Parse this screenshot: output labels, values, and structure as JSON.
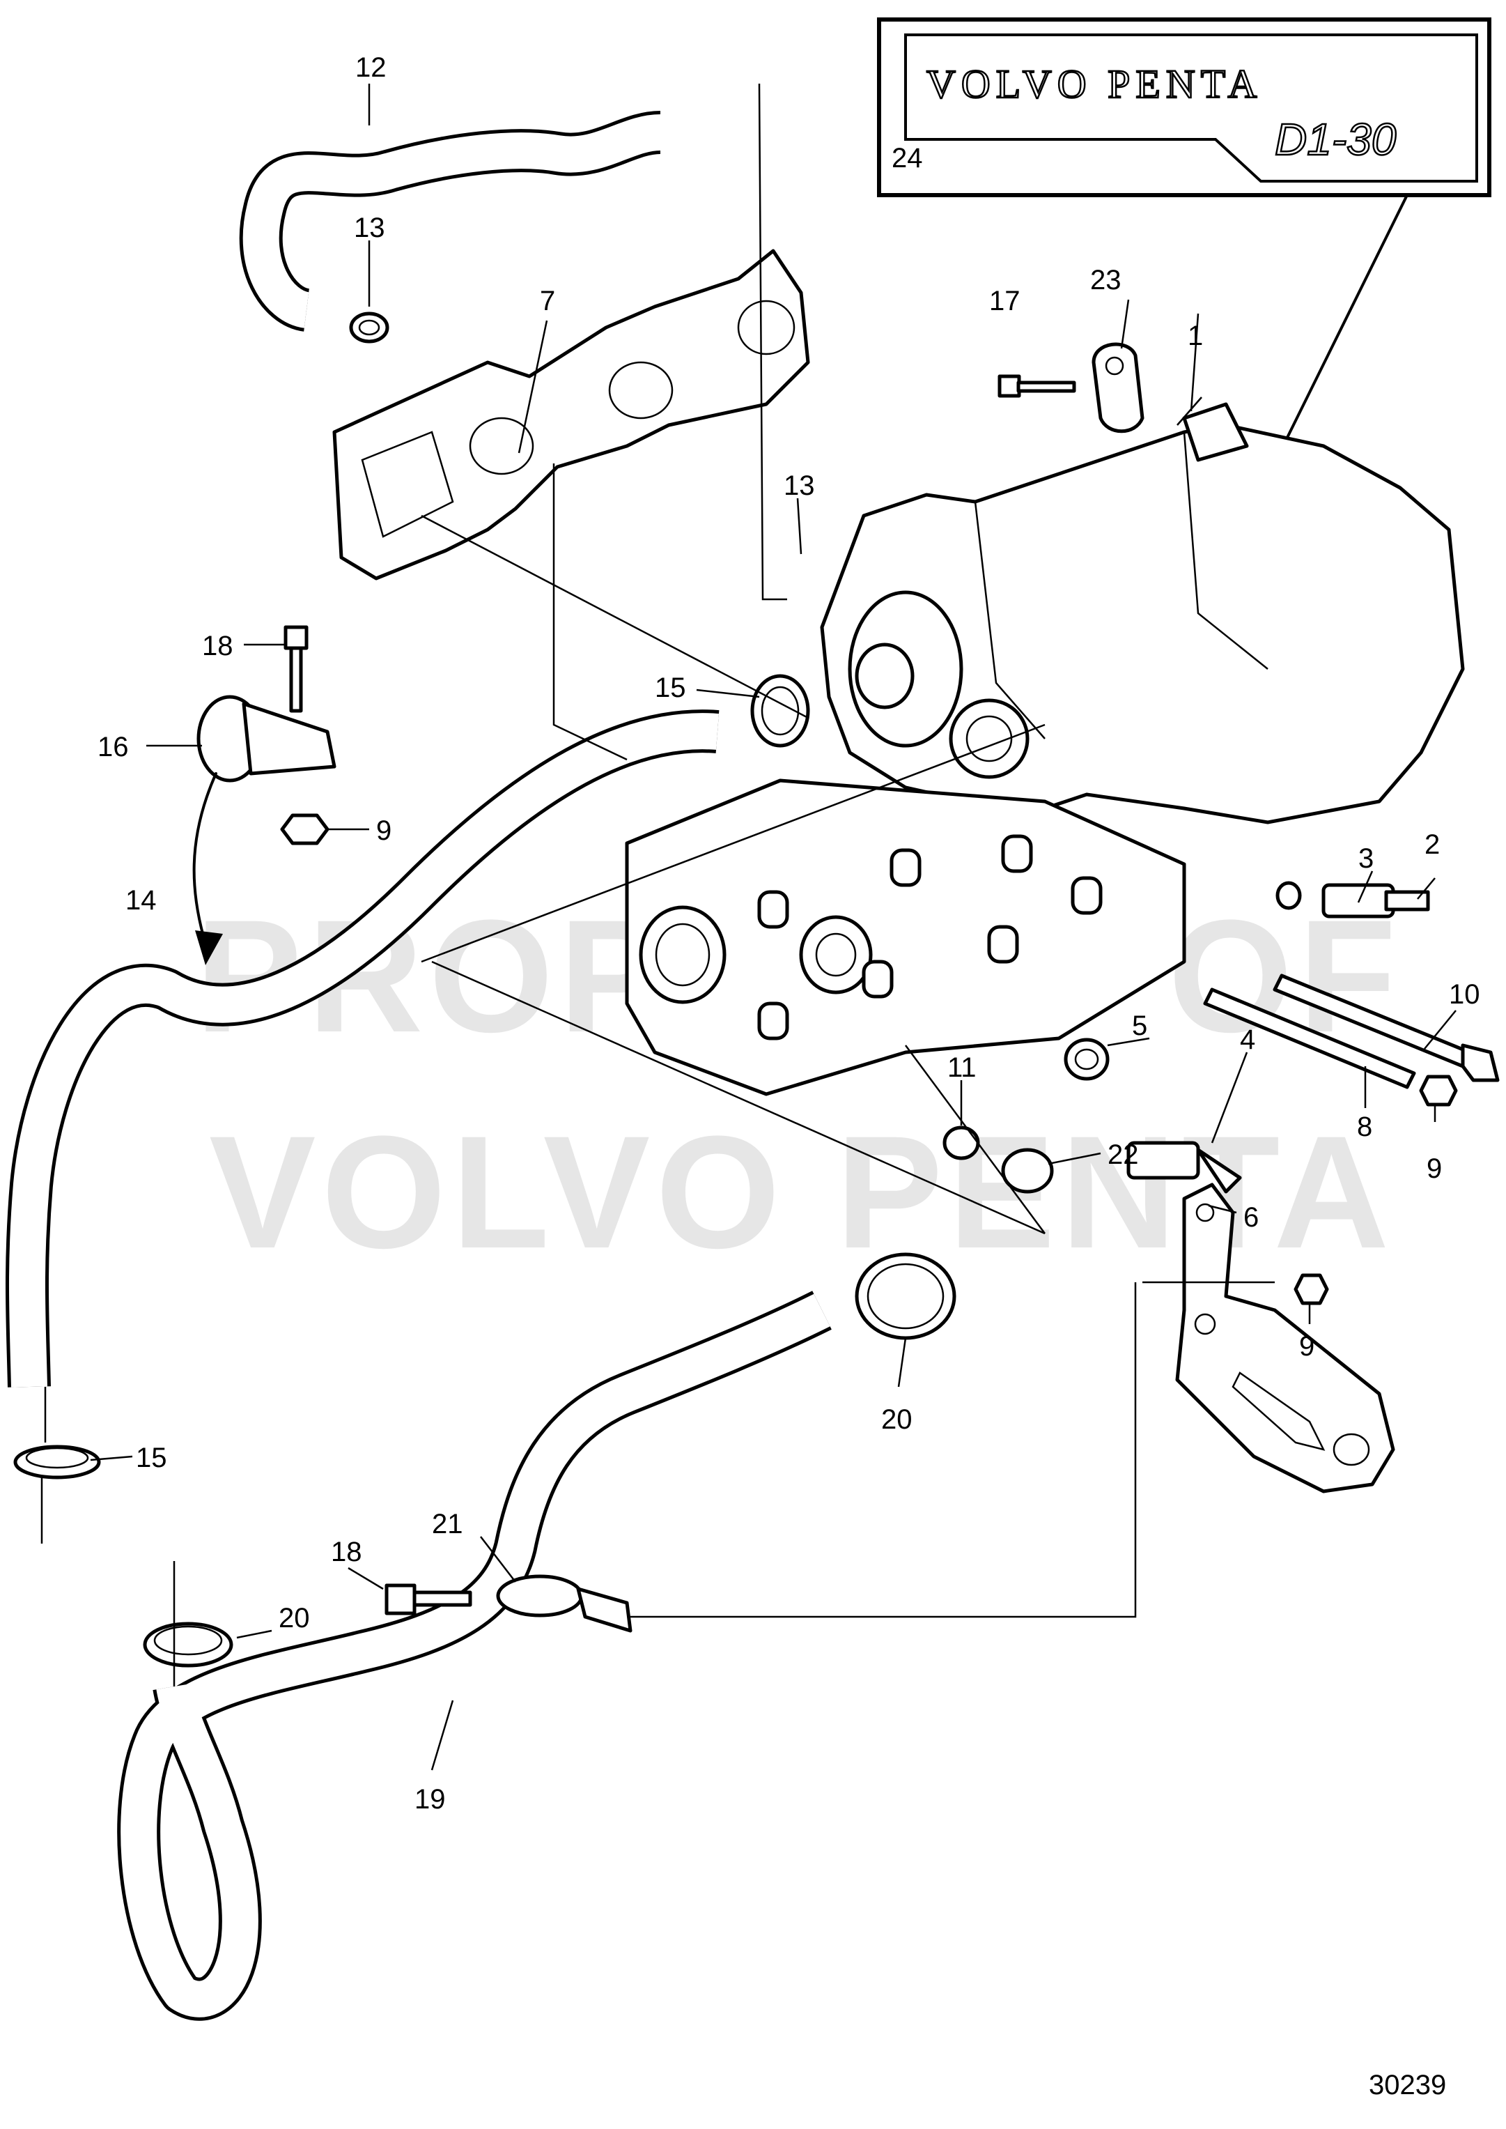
{
  "watermark": {
    "line1": "PROPERTY OF",
    "line2": "VOLVO PENTA"
  },
  "decal": {
    "brand": "VOLVO PENTA",
    "model": "D1-30"
  },
  "labels": {
    "p1": "1",
    "p2": "2",
    "p3": "3",
    "p4": "4",
    "p5": "5",
    "p6": "6",
    "p7": "7",
    "p8": "8",
    "p9a": "9",
    "p9b": "9",
    "p9c": "9",
    "p10": "10",
    "p11": "11",
    "p12": "12",
    "p13a": "13",
    "p13b": "13",
    "p14": "14",
    "p15a": "15",
    "p15b": "15",
    "p16": "16",
    "p17": "17",
    "p18a": "18",
    "p18b": "18",
    "p19": "19",
    "p20a": "20",
    "p20b": "20",
    "p21": "21",
    "p22": "22",
    "p23": "23",
    "p24": "24"
  },
  "figure_number": "30239",
  "colors": {
    "ink": "#000000",
    "watermark": "#e6e6e6"
  }
}
